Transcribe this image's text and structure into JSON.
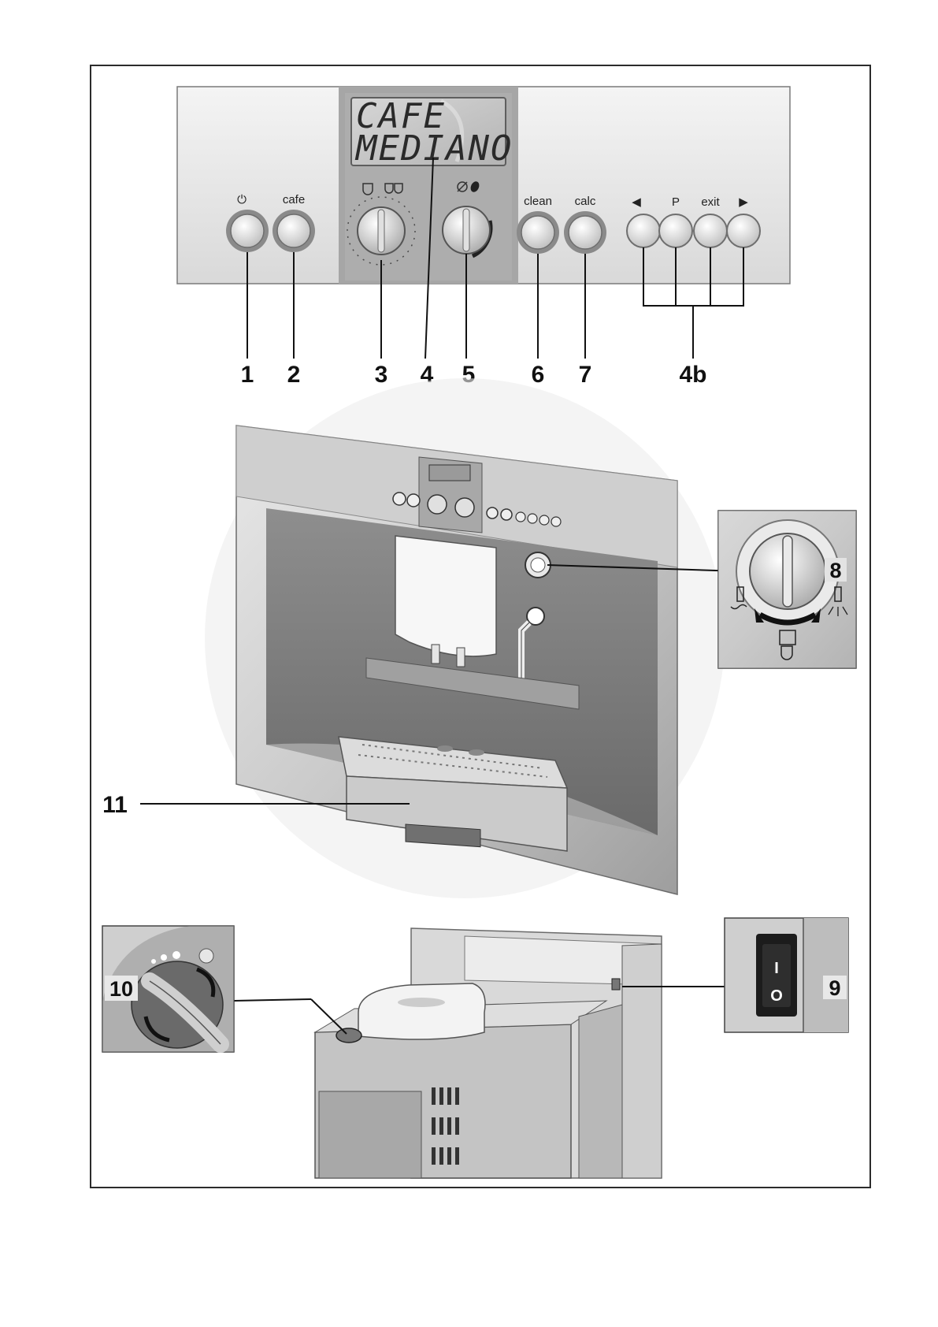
{
  "control_panel": {
    "lcd_line_1": "CAFE",
    "lcd_line_2": "MEDIANO",
    "buttons": {
      "power_symbol": "⏻",
      "cafe": "cafe",
      "clean": "clean",
      "calc": "calc",
      "left_arrow": "◀",
      "p": "P",
      "exit": "exit",
      "right_arrow": "▶"
    }
  },
  "callouts": {
    "c1": "1",
    "c2": "2",
    "c3": "3",
    "c4": "4",
    "c5": "5",
    "c6": "6",
    "c7": "7",
    "c4b": "4b",
    "c8": "8",
    "c9": "9",
    "c10": "10",
    "c11": "11"
  },
  "switch_symbols": {
    "on": "I",
    "off": "O"
  },
  "icons": [
    "power-icon",
    "cup-icon",
    "two-cups-icon",
    "coffee-bean-icon",
    "steam-icon",
    "hot-water-icon",
    "cup-holder-icon"
  ]
}
